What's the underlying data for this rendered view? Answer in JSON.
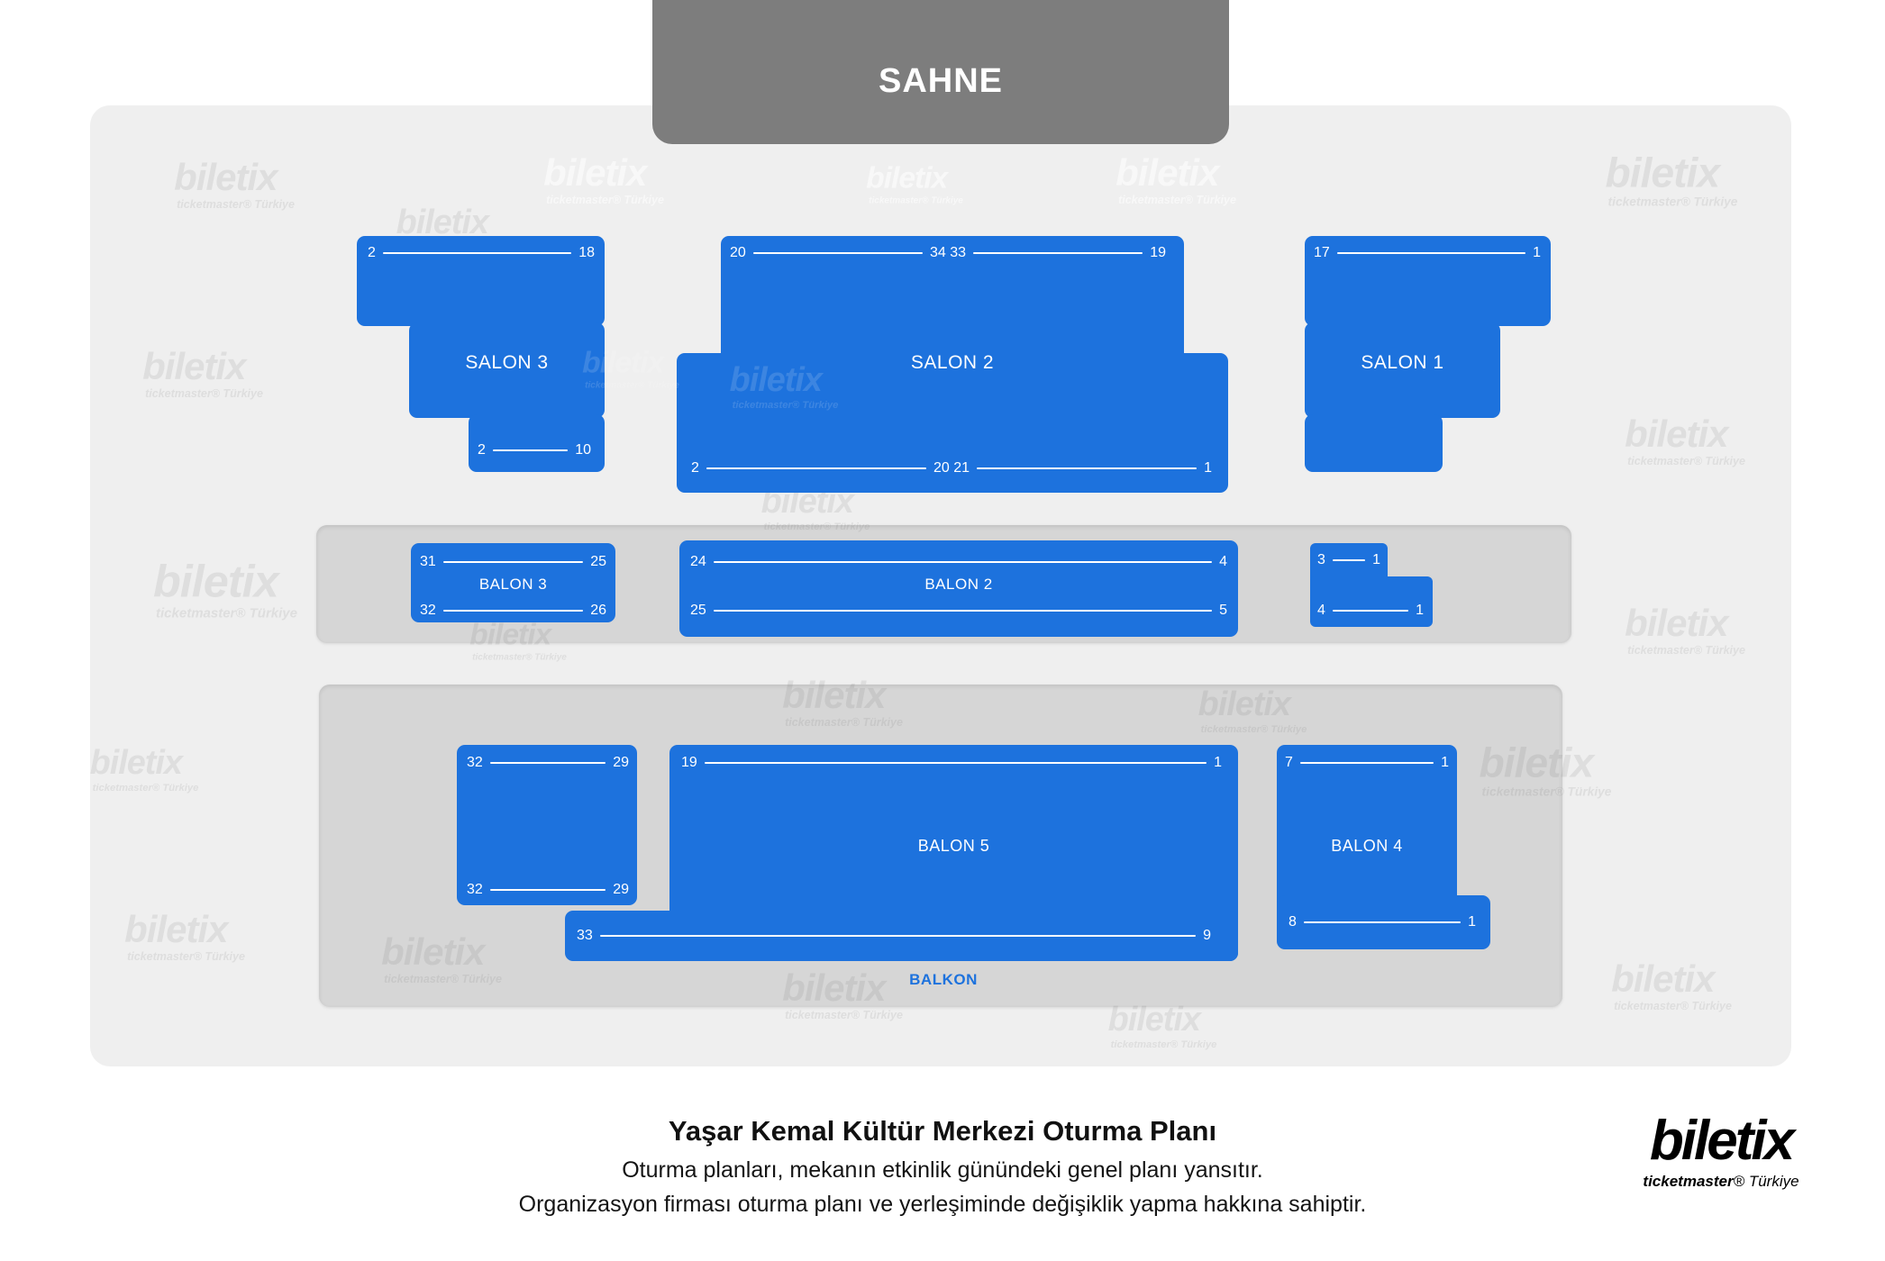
{
  "stage_label": "SAHNE",
  "salons": {
    "salon3": {
      "label": "SALON 3",
      "rows": {
        "top": {
          "l": "2",
          "r": "18"
        },
        "bottom": {
          "l": "2",
          "r": "10"
        }
      }
    },
    "salon2": {
      "label": "SALON 2",
      "rows": {
        "top": {
          "l": "20",
          "m": "34 33",
          "r": "19"
        },
        "bottom": {
          "l": "2",
          "m": "20 21",
          "r": "1"
        }
      }
    },
    "salon1": {
      "label": "SALON 1",
      "rows": {
        "top": {
          "l": "17",
          "r": "1"
        }
      }
    }
  },
  "balconies": {
    "balon3": {
      "label": "BALON 3",
      "rows": {
        "top": {
          "l": "31",
          "r": "25"
        },
        "bottom": {
          "l": "32",
          "r": "26"
        }
      }
    },
    "balon2": {
      "label": "BALON 2",
      "rows": {
        "top": {
          "l": "24",
          "r": "4"
        },
        "bottom": {
          "l": "25",
          "r": "5"
        }
      }
    },
    "balon1": {
      "rows": {
        "top": {
          "l": "3",
          "r": "1"
        },
        "bottom": {
          "l": "4",
          "r": "1"
        }
      }
    },
    "balon5_left": {
      "rows": {
        "top": {
          "l": "32",
          "r": "29"
        },
        "bottom": {
          "l": "32",
          "r": "29"
        }
      }
    },
    "balon5": {
      "label": "BALON 5",
      "rows": {
        "top": {
          "l": "19",
          "r": "1"
        },
        "bottom": {
          "l": "33",
          "r": "9"
        }
      }
    },
    "balon4": {
      "label": "BALON 4",
      "rows": {
        "top": {
          "l": "7",
          "r": "1"
        },
        "bottom": {
          "l": "8",
          "r": "1"
        }
      }
    }
  },
  "balkon_label": "BALKON",
  "footer": {
    "title": "Yaşar Kemal Kültür Merkezi Oturma Planı",
    "line1": "Oturma planları, mekanın etkinlik günündeki genel planı yansıtır.",
    "line2": "Organizasyon firması oturma planı ve yerleşiminde değişiklik yapma hakkına sahiptir."
  },
  "brand": {
    "name": "biletix",
    "tagline_bold": "ticketmaster",
    "tagline_rest": "® Türkiye"
  },
  "watermark": {
    "line1": "biletix",
    "line2": "ticketmaster® Türkiye"
  },
  "colors": {
    "section_blue": "#1d72dd",
    "stage_gray": "#7d7d7d",
    "plan_background": "#efefef",
    "band_gray": "#d6d6d6",
    "balkon_text": "#1d72dd"
  }
}
